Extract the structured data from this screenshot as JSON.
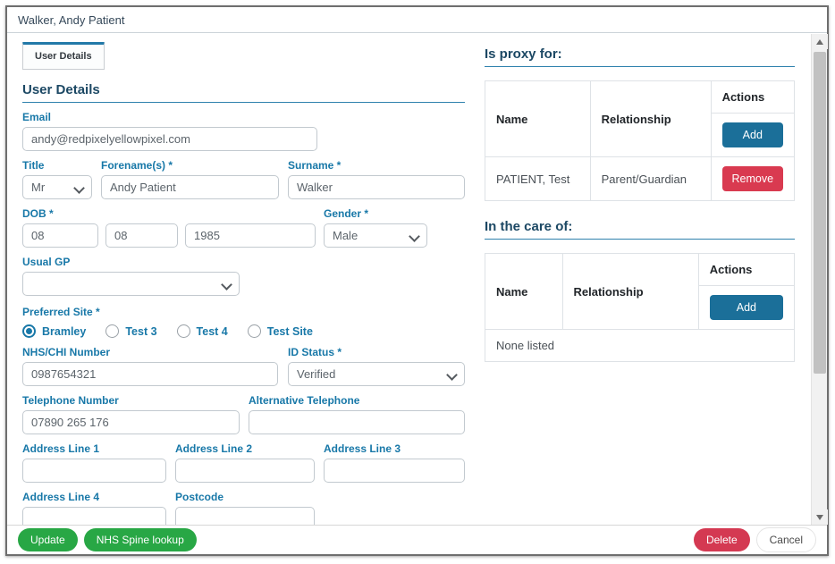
{
  "window": {
    "title": "Walker, Andy Patient"
  },
  "tab": {
    "label": "User Details"
  },
  "form": {
    "heading": "User Details",
    "email": {
      "label": "Email",
      "value": "andy@redpixelyellowpixel.com"
    },
    "title": {
      "label": "Title",
      "value": "Mr"
    },
    "forename": {
      "label": "Forename(s) *",
      "value": "Andy Patient"
    },
    "surname": {
      "label": "Surname *",
      "value": "Walker"
    },
    "dob": {
      "label": "DOB *",
      "day": "08",
      "month": "08",
      "year": "1985"
    },
    "gender": {
      "label": "Gender *",
      "value": "Male"
    },
    "usual_gp": {
      "label": "Usual GP",
      "value": ""
    },
    "preferred_site": {
      "label": "Preferred Site *",
      "options": [
        {
          "label": "Bramley",
          "selected": true
        },
        {
          "label": "Test 3",
          "selected": false
        },
        {
          "label": "Test 4",
          "selected": false
        },
        {
          "label": "Test Site",
          "selected": false
        }
      ]
    },
    "nhs_number": {
      "label": "NHS/CHI Number",
      "value": "0987654321"
    },
    "id_status": {
      "label": "ID Status *",
      "value": "Verified"
    },
    "telephone": {
      "label": "Telephone Number",
      "value": "07890 265 176"
    },
    "alt_telephone": {
      "label": "Alternative Telephone",
      "value": ""
    },
    "address1": {
      "label": "Address Line 1",
      "value": ""
    },
    "address2": {
      "label": "Address Line 2",
      "value": ""
    },
    "address3": {
      "label": "Address Line 3",
      "value": ""
    },
    "address4": {
      "label": "Address Line 4",
      "value": ""
    },
    "postcode": {
      "label": "Postcode",
      "value": ""
    }
  },
  "proxy_for": {
    "heading": "Is proxy for:",
    "columns": [
      "Name",
      "Relationship",
      "Actions"
    ],
    "add_label": "Add",
    "rows": [
      {
        "name": "PATIENT, Test",
        "relationship": "Parent/Guardian",
        "action_label": "Remove"
      }
    ]
  },
  "care_of": {
    "heading": "In the care of:",
    "columns": [
      "Name",
      "Relationship",
      "Actions"
    ],
    "add_label": "Add",
    "empty_text": "None listed"
  },
  "footer": {
    "update_label": "Update",
    "spine_label": "NHS Spine lookup",
    "delete_label": "Delete",
    "cancel_label": "Cancel"
  },
  "colors": {
    "label_blue": "#1878a8",
    "heading_navy": "#1c4864",
    "underline_blue": "#2e81ad",
    "tab_accent": "#2279a8",
    "add_button": "#1b6f99",
    "remove_button": "#d93a50",
    "success_green": "#28a745",
    "delete_red": "#d43952"
  }
}
